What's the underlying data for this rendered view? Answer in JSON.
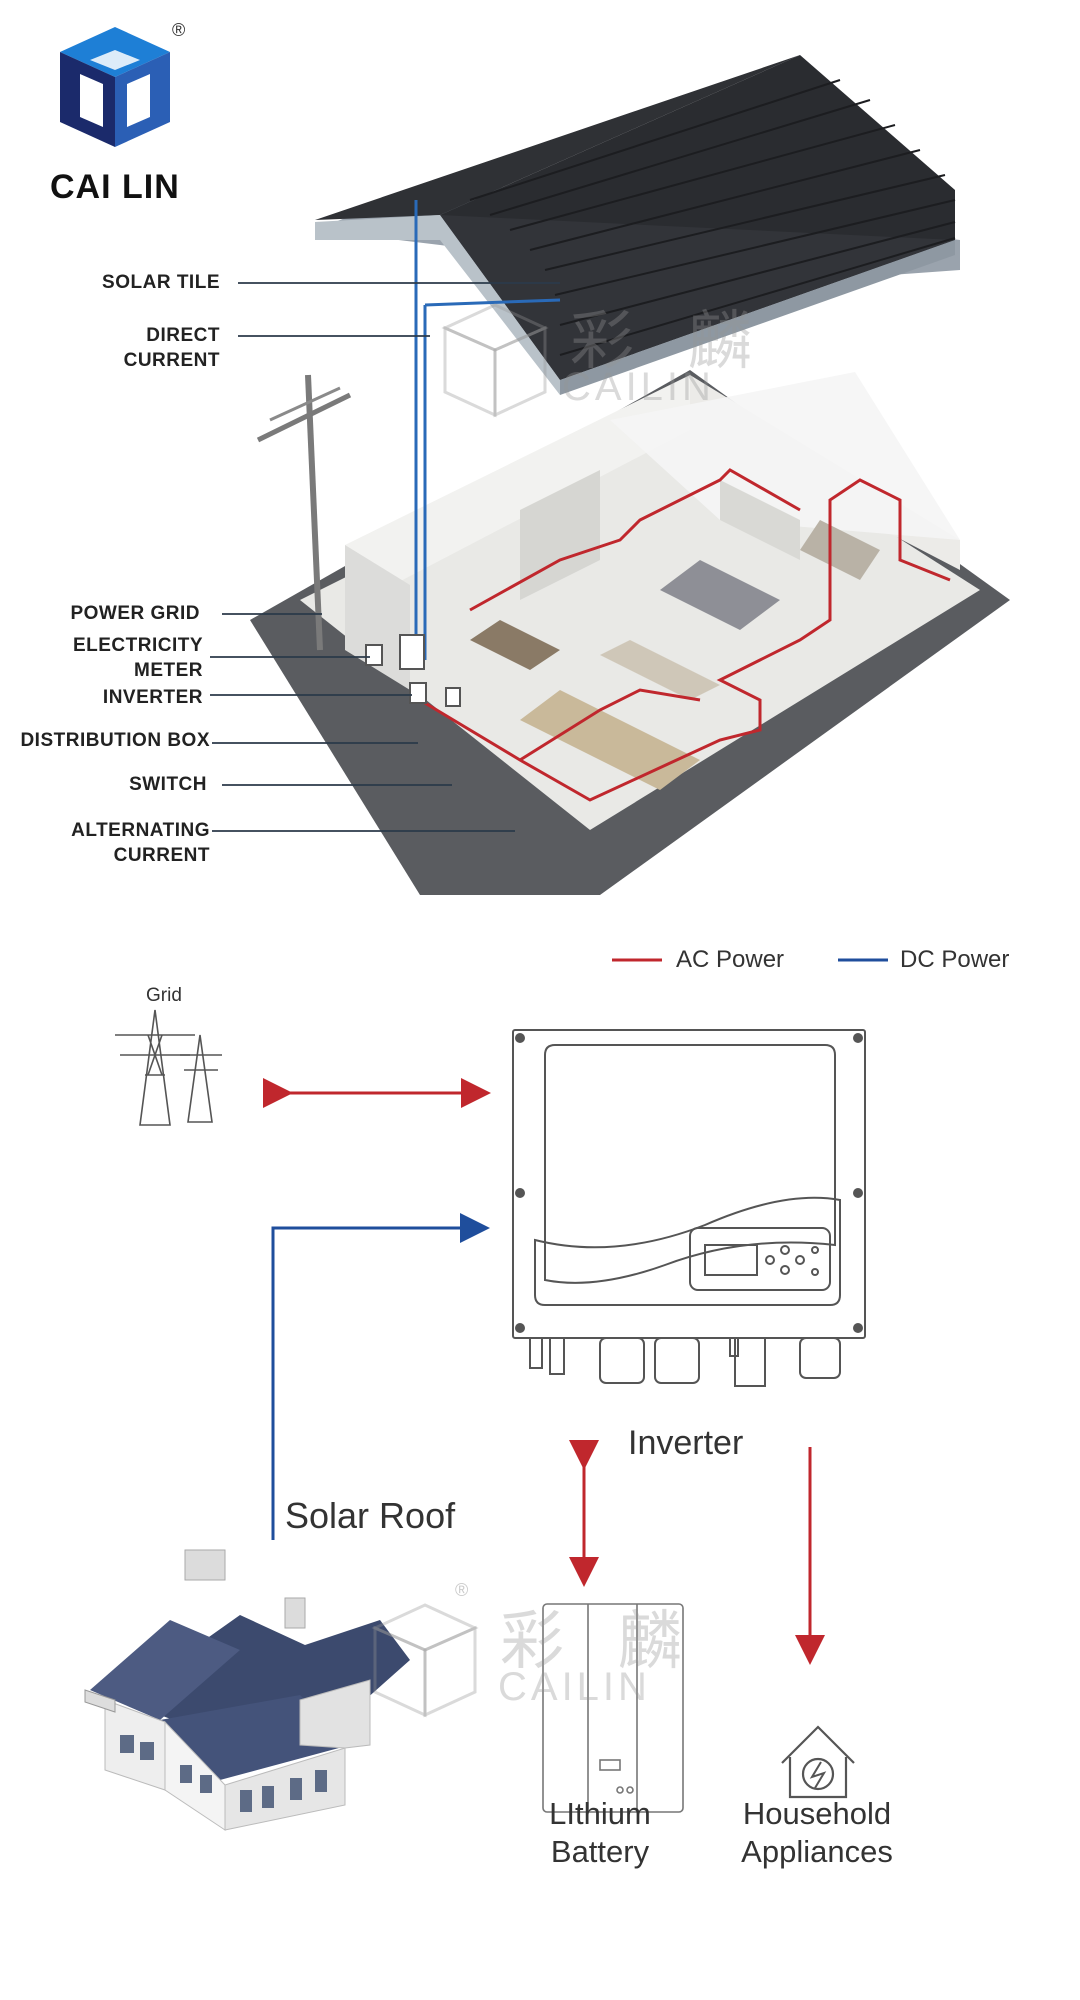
{
  "brand": {
    "name": "CAI LIN",
    "registered_mark": "®",
    "watermark_cn": "彩 麟",
    "watermark_en": "CAILIN"
  },
  "top_diagram": {
    "labels": {
      "solar_tile": "SOLAR TILE",
      "direct_current": [
        "DIRECT",
        "CURRENT"
      ],
      "power_grid": "POWER GRID",
      "electricity_meter": [
        "ELECTRICITY",
        "METER"
      ],
      "inverter": "INVERTER",
      "distribution_box": "DISTRIBUTION BOX",
      "switch": "SWITCH",
      "alternating_current": [
        "ALTERNATING",
        "CURRENT"
      ]
    }
  },
  "flow_diagram": {
    "legend": {
      "ac": "AC Power",
      "dc": "DC Power"
    },
    "nodes": {
      "grid": "Grid",
      "inverter": "Inverter",
      "solar_roof": "Solar Roof",
      "battery": [
        "LIthium",
        "Battery"
      ],
      "appliances": [
        "Household",
        "Appliances"
      ]
    }
  },
  "colors": {
    "ac": "#c0272d",
    "dc": "#1f4e9c",
    "roof": "#2f3135",
    "logo_blue": "#1e7fd6",
    "logo_navy": "#1b2a6b"
  }
}
